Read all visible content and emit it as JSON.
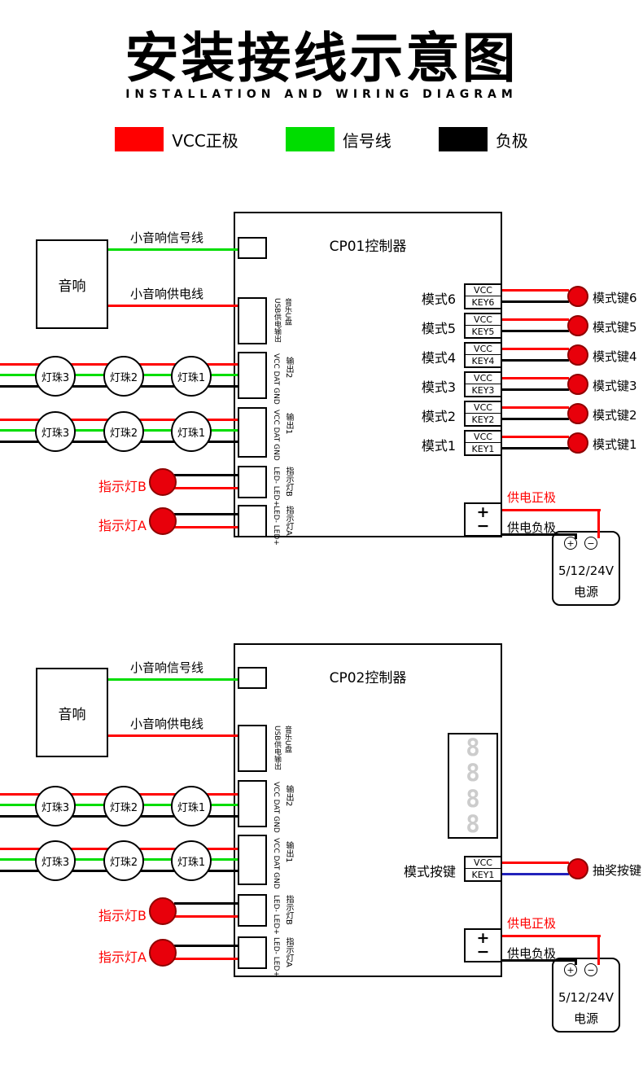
{
  "colors": {
    "vcc": "#ff0000",
    "signal": "#00dd00",
    "ground": "#000000",
    "key2": "#2222bb",
    "button": "#e8000b",
    "button_border": "#8f0000",
    "digit": "#cccccc"
  },
  "header": {
    "title": "安装接线示意图",
    "subtitle": "INSTALLATION AND WIRING DIAGRAM",
    "legend": [
      {
        "label": "VCC正极",
        "color": "#ff0000"
      },
      {
        "label": "信号线",
        "color": "#00dd00"
      },
      {
        "label": "负极",
        "color": "#000000"
      }
    ]
  },
  "cp01": {
    "title": "CP01控制器",
    "speaker": "音响",
    "signal_wire": "小音响信号线",
    "supply_wire": "小音响供电线",
    "usb_port_line1": "USB供电输出",
    "usb_port_line2": "音乐U盘",
    "out2_pins": "VCC DAT GND",
    "out2_name": "输出2",
    "out1_pins": "VCC DAT GND",
    "out1_name": "输出1",
    "leds": [
      "灯珠3",
      "灯珠2",
      "灯珠1"
    ],
    "ind_b": {
      "label": "指示灯B",
      "pins": "LED- LED+",
      "name": "指示灯B"
    },
    "ind_a": {
      "label": "指示灯A",
      "pins": "LED- LED+",
      "name": "指示灯A"
    },
    "modes": [
      {
        "label": "模式6",
        "vcc": "VCC",
        "key": "KEY6",
        "btn": "模式键6"
      },
      {
        "label": "模式5",
        "vcc": "VCC",
        "key": "KEY5",
        "btn": "模式键5"
      },
      {
        "label": "模式4",
        "vcc": "VCC",
        "key": "KEY4",
        "btn": "模式键4"
      },
      {
        "label": "模式3",
        "vcc": "VCC",
        "key": "KEY3",
        "btn": "模式键3"
      },
      {
        "label": "模式2",
        "vcc": "VCC",
        "key": "KEY2",
        "btn": "模式键2"
      },
      {
        "label": "模式1",
        "vcc": "VCC",
        "key": "KEY1",
        "btn": "模式键1"
      }
    ],
    "power": {
      "plus": "+",
      "minus": "−",
      "pos": "供电正极",
      "neg": "供电负极"
    },
    "supply": {
      "plus": "+",
      "minus": "−",
      "voltage": "5/12/24V",
      "name": "电源"
    }
  },
  "cp02": {
    "title": "CP02控制器",
    "speaker": "音响",
    "signal_wire": "小音响信号线",
    "supply_wire": "小音响供电线",
    "usb_port_line1": "USB供电输出",
    "usb_port_line2": "音乐U盘",
    "out2_pins": "VCC DAT GND",
    "out2_name": "输出2",
    "out1_pins": "VCC DAT GND",
    "out1_name": "输出1",
    "leds": [
      "灯珠3",
      "灯珠2",
      "灯珠1"
    ],
    "ind_b": {
      "label": "指示灯B",
      "pins": "LED- LED+",
      "name": "指示灯B"
    },
    "ind_a": {
      "label": "指示灯A",
      "pins": "LED- LED+",
      "name": "指示灯A"
    },
    "display_digits": [
      "8",
      "8",
      "8",
      "8"
    ],
    "mode": {
      "label": "模式按键",
      "vcc": "VCC",
      "key": "KEY1",
      "btn": "抽奖按键"
    },
    "power": {
      "plus": "+",
      "minus": "−",
      "pos": "供电正极",
      "neg": "供电负极"
    },
    "supply": {
      "plus": "+",
      "minus": "−",
      "voltage": "5/12/24V",
      "name": "电源"
    }
  }
}
